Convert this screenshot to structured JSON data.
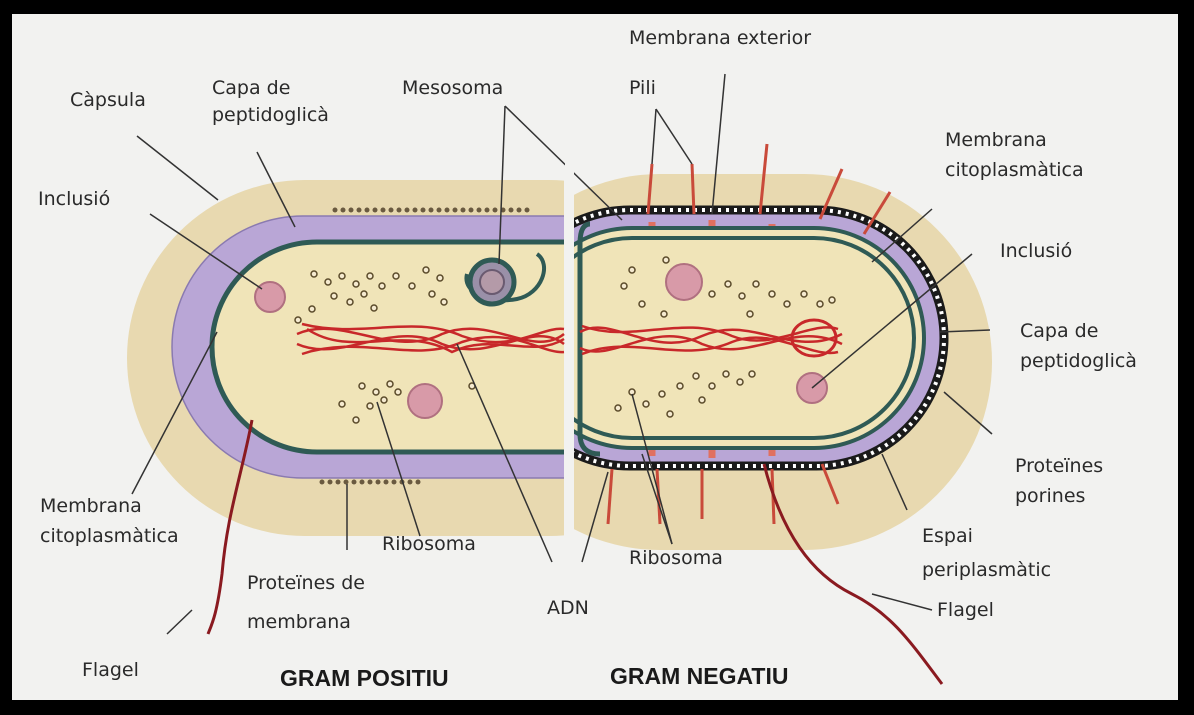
{
  "labels": {
    "capsula": "Càpsula",
    "capa_pos_1": "Capa de",
    "capa_pos_2": "peptidoglicà",
    "mesosoma": "Mesosoma",
    "membrana_exterior": "Membrana exterior",
    "pili": "Pili",
    "inclusio_pos": "Inclusió",
    "membrana_cit_neg_1": "Membrana",
    "membrana_cit_neg_2": "citoplasmàtica",
    "inclusio_neg": "Inclusió",
    "capa_neg_1": "Capa de",
    "capa_neg_2": "peptidoglicà",
    "proteines_porines_1": "Proteïnes",
    "proteines_porines_2": "porines",
    "membrana_cit_pos_1": "Membrana",
    "membrana_cit_pos_2": "citoplasmàtica",
    "ribosoma_pos": "Ribosoma",
    "ribosoma_neg": "Ribosoma",
    "espai_1": "Espai",
    "espai_2": "periplasmàtic",
    "proteines_membrana_1": "Proteïnes de",
    "proteines_membrana_2": "membrana",
    "adn": "ADN",
    "flagel_pos": "Flagel",
    "flagel_neg": "Flagel"
  },
  "titles": {
    "gram_positive": "GRAM POSITIU",
    "gram_negative": "GRAM NEGATIU"
  },
  "colors": {
    "capsule": "#e8d9b0",
    "peptidoglycan": "#b9a6d6",
    "cytoplasm": "#f0e4b8",
    "membrane": "#2f5a55",
    "dna": "#c8282a",
    "ribosome": "#5a4a2a",
    "inclusion": "#d89aa8",
    "pili": "#c94a3a",
    "flagellum": "#8a1a20"
  }
}
